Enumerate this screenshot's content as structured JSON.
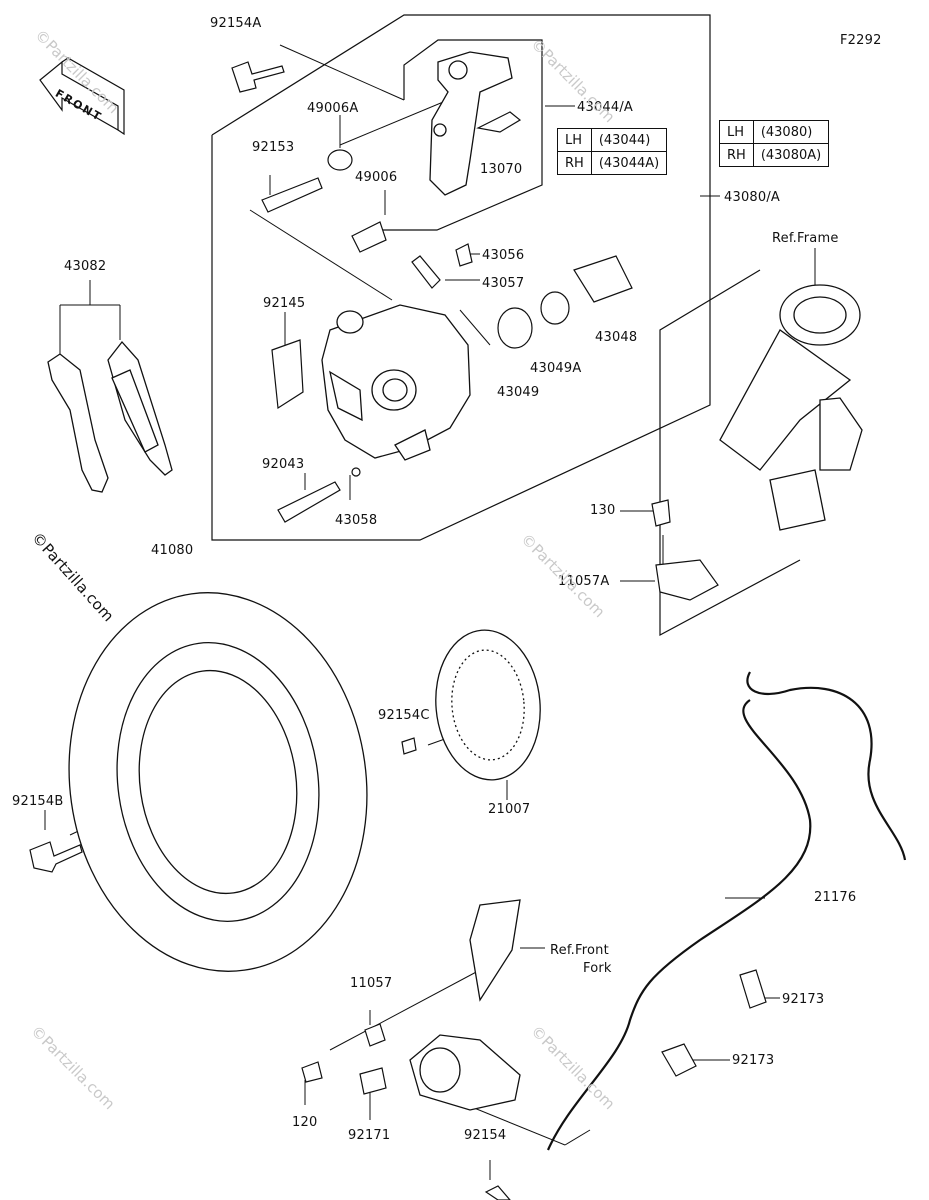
{
  "figure_code": "F2292",
  "front_label": "FRONT",
  "watermark": "©Partzilla.com",
  "copyright_mark": "©Partzilla.com",
  "part_labels": {
    "p92154A": "92154A",
    "p49006A": "49006A",
    "p92153": "92153",
    "p49006": "49006",
    "p43044A": "43044/A",
    "p13070": "13070",
    "p43080A": "43080/A",
    "p43056": "43056",
    "p43057": "43057",
    "p43082": "43082",
    "p92145": "92145",
    "p43048": "43048",
    "p43049A": "43049A",
    "p43049": "43049",
    "p92043": "92043",
    "p43058": "43058",
    "p130": "130",
    "p11057A": "11057A",
    "p41080": "41080",
    "p92154C": "92154C",
    "p21007": "21007",
    "p92154B": "92154B",
    "p21176": "21176",
    "p11057": "11057",
    "p92173a": "92173",
    "p92173b": "92173",
    "p120": "120",
    "p92171": "92171",
    "p92154": "92154"
  },
  "ref_labels": {
    "frame": "Ref.Frame",
    "fork_line1": "Ref.Front",
    "fork_line2": "Fork"
  },
  "xref_table_1": [
    {
      "side": "LH",
      "part": "(43044)"
    },
    {
      "side": "RH",
      "part": "(43044A)"
    }
  ],
  "xref_table_2": [
    {
      "side": "LH",
      "part": "(43080)"
    },
    {
      "side": "RH",
      "part": "(43080A)"
    }
  ]
}
